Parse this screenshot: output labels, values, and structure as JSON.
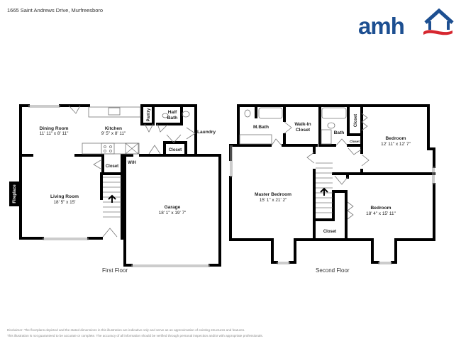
{
  "header": {
    "address": "1665 Saint Andrews Drive, Murfreesboro",
    "logo_text": "amh",
    "brand_colors": {
      "navy": "#1d4f91",
      "red": "#d6262f"
    }
  },
  "first_floor": {
    "label": "First Floor",
    "rooms": [
      {
        "name": "Dining Room",
        "dims": "11' 11\" x 8' 11\""
      },
      {
        "name": "Kitchen",
        "dims": "9' 5\" x 8' 11\""
      },
      {
        "name": "Pantry"
      },
      {
        "name": "Half",
        "name2": "Bath"
      },
      {
        "name": "Laundry"
      },
      {
        "name": "Closet"
      },
      {
        "name": "Closet"
      },
      {
        "name": "W/H"
      },
      {
        "name": "Living Room",
        "dims": "18' 5\" x 15'"
      },
      {
        "name": "Fireplace"
      },
      {
        "name": "Garage",
        "dims": "18' 1\" x 19' 7\""
      }
    ]
  },
  "second_floor": {
    "label": "Second Floor",
    "rooms": [
      {
        "name": "M.Bath"
      },
      {
        "name": "Walk-In",
        "name2": "Closet"
      },
      {
        "name": "Bath"
      },
      {
        "name": "Closet"
      },
      {
        "name": "Closet"
      },
      {
        "name": "Bedroom",
        "dims": "12' 11\" x 12' 7\""
      },
      {
        "name": "Master Bedroom",
        "dims": "15' 1\" x 21' 2\""
      },
      {
        "name": "Bedroom",
        "dims": "18' 4\" x 15' 11\""
      },
      {
        "name": "Closet"
      }
    ]
  },
  "disclaimer": {
    "line1": "Disclaimer: The floorplans depicted and the stated dimensions in this illustration are indicative only and serve as an approximation of existing structures and features.",
    "line2": "This illustration is not guaranteed to be accurate or complete. The accuracy of all information should be verified through personal inspection and/or with appropriate professionals."
  }
}
